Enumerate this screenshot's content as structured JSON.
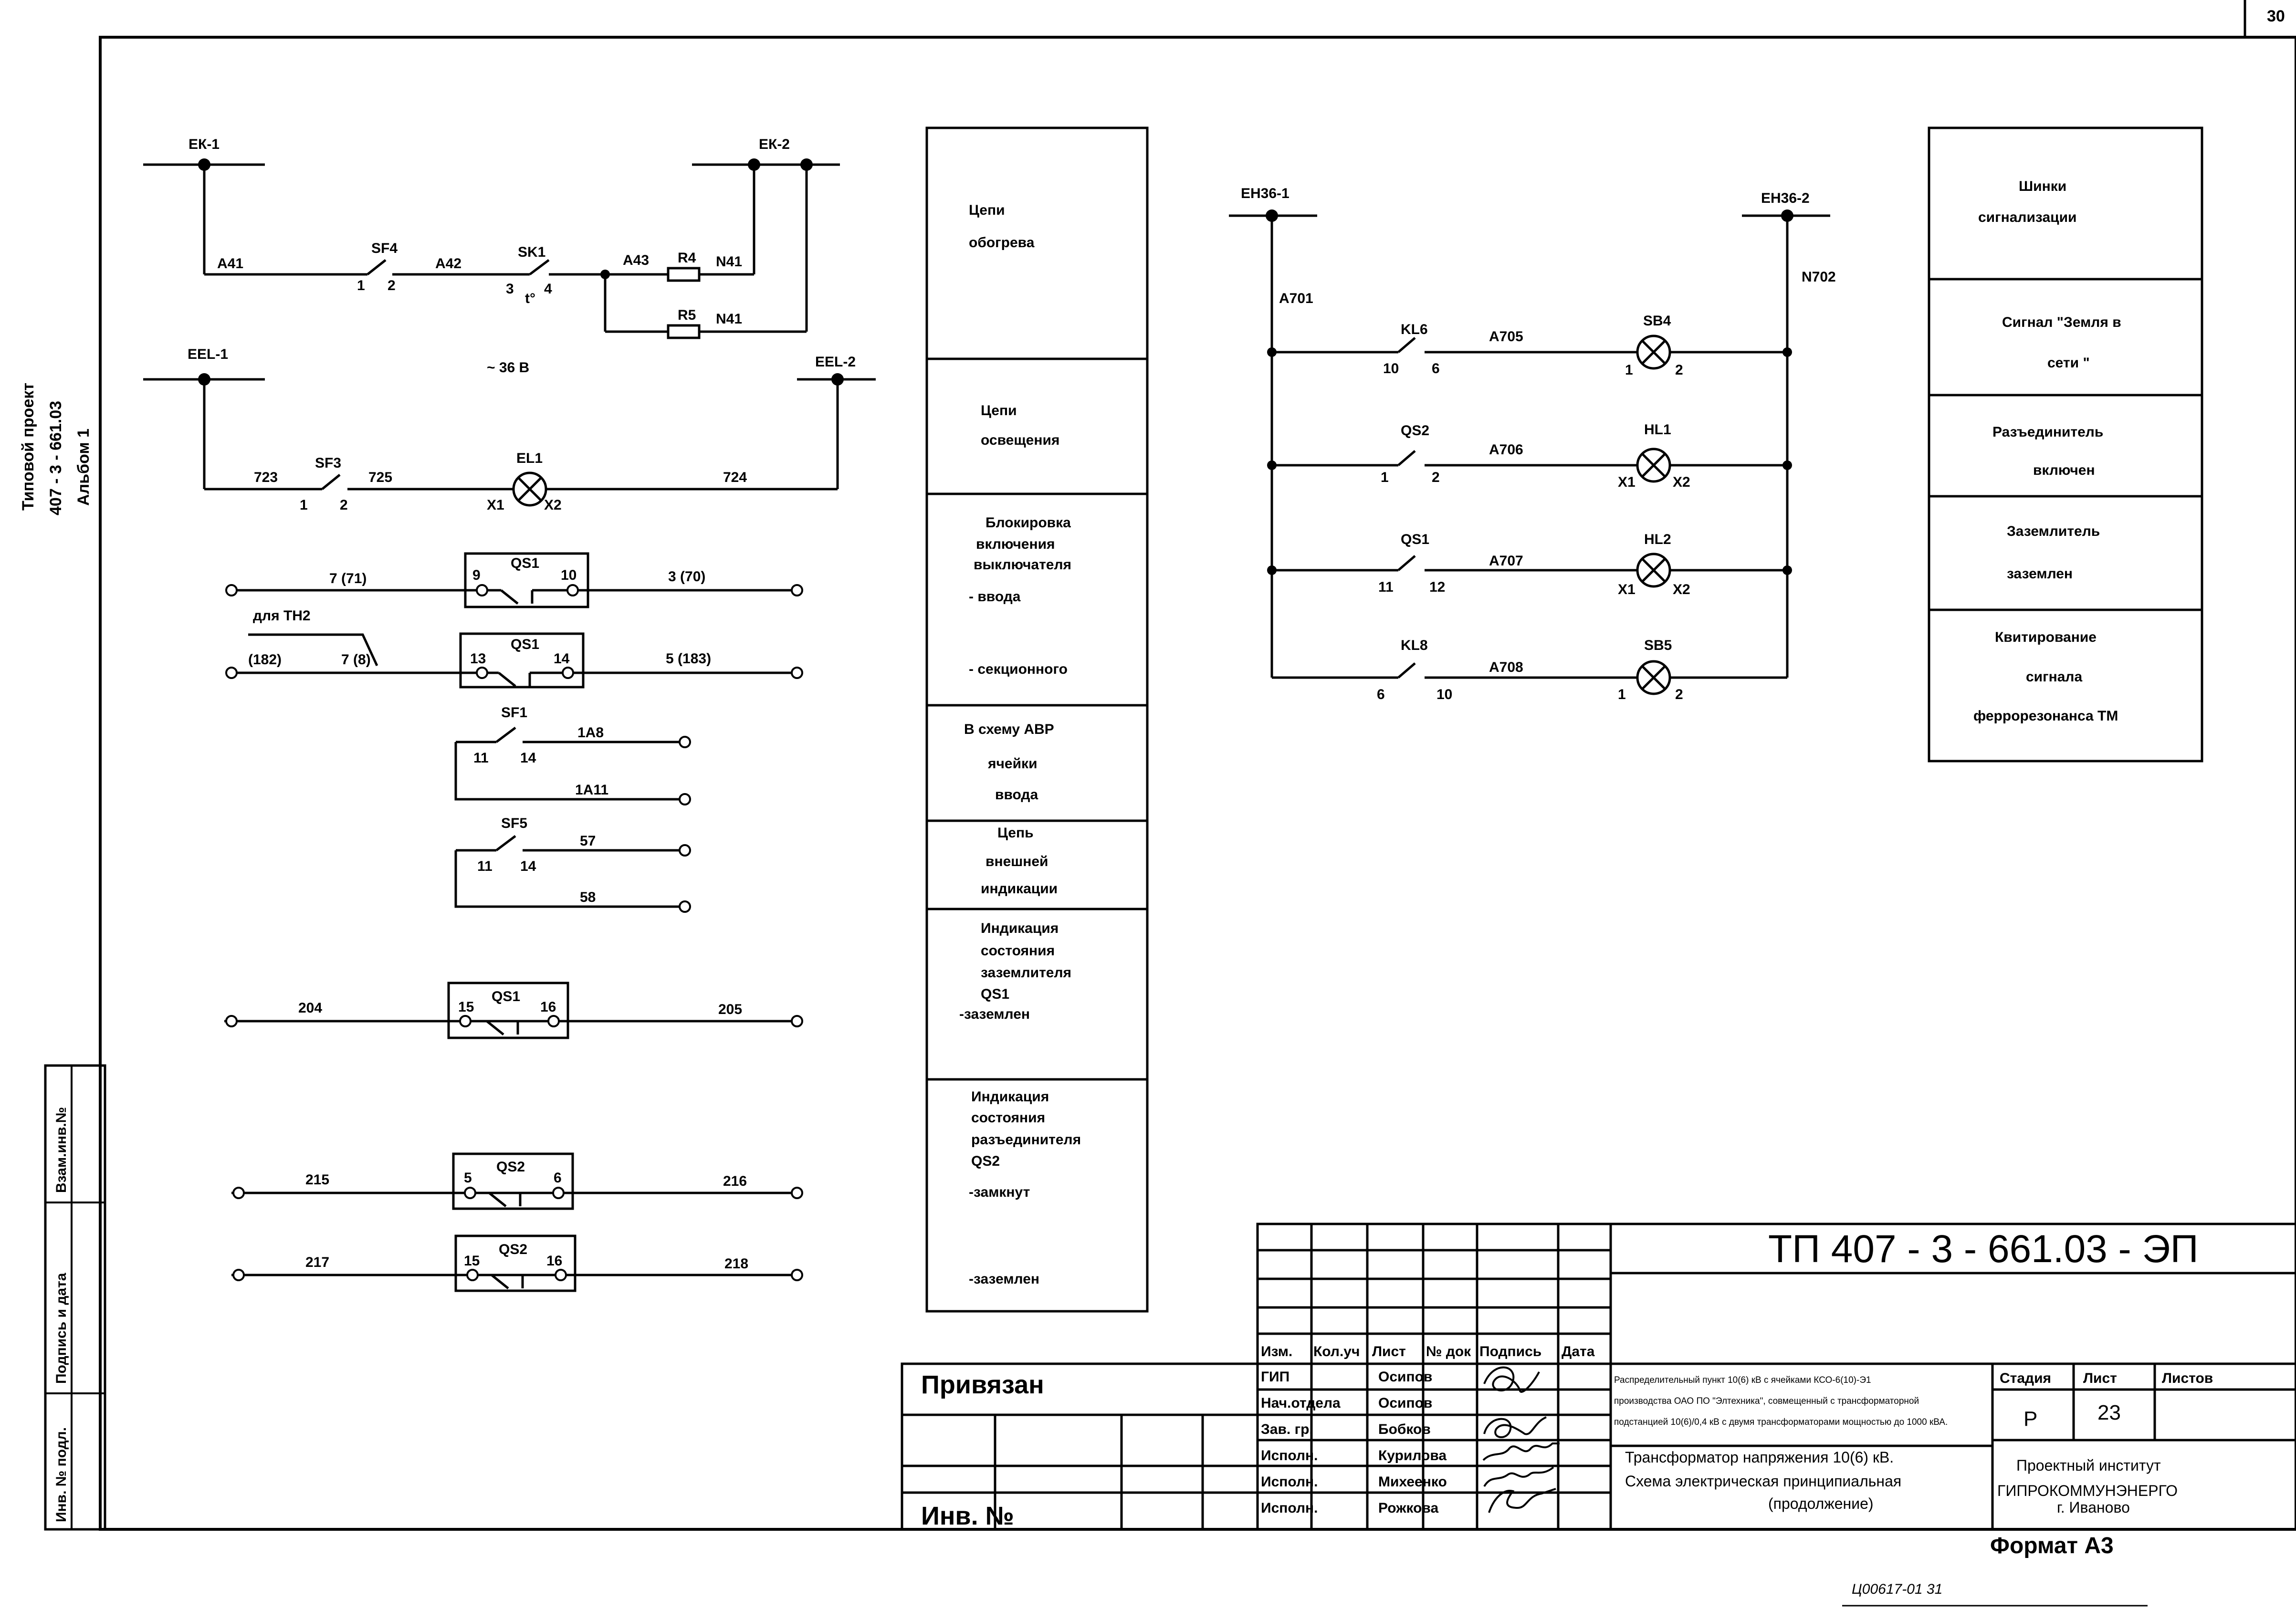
{
  "side": {
    "project_type": "Типовой проект",
    "project_code": "407 - 3 - 661.03",
    "album": "Альбом 1",
    "strip": [
      "Инв. № подл.",
      "Подпись и дата",
      "Взам.инв.№"
    ]
  },
  "sheet_number_top": "30",
  "left_circuits": {
    "ek1": "ЕК-1",
    "ek2": "ЕК-2",
    "a41": "А41",
    "sf4": "SF4",
    "sf4_1": "1",
    "sf4_2": "2",
    "a42": "А42",
    "sk1": "SK1",
    "sk1_3": "3",
    "sk1_t": "t°",
    "sk1_4": "4",
    "a43": "А43",
    "r4": "R4",
    "n41a": "N41",
    "r5": "R5",
    "n41b": "N41",
    "eel1": "EEL-1",
    "voltage": "~ 36 В",
    "eel2": "EEL-2",
    "w723": "723",
    "sf3": "SF3",
    "w725": "725",
    "sf3_1": "1",
    "sf3_2": "2",
    "el1": "EL1",
    "x1": "X1",
    "x2": "X2",
    "w724": "724",
    "r1_left": "7 (71)",
    "qs1": "QS1",
    "r1_t9": "9",
    "r1_t10": "10",
    "r1_right": "3 (70)",
    "for_th2": "для ТН2",
    "r2_left_a": "(182)",
    "r2_left_b": "7 (8)",
    "r2_t13": "13",
    "r2_t14": "14",
    "r2_right": "5 (183)",
    "sf1": "SF1",
    "sf1_11": "11",
    "sf1_14": "14",
    "w1a8": "1А8",
    "w1a11": "1А11",
    "sf5": "SF5",
    "sf5_11": "11",
    "sf5_14": "14",
    "w57": "57",
    "w58": "58",
    "w204": "204",
    "qs1c": "QS1",
    "t15": "15",
    "t16": "16",
    "w205": "205",
    "w215": "215",
    "qs2a": "QS2",
    "t5": "5",
    "t6": "6",
    "w216": "216",
    "w217": "217",
    "qs2b": "QS2",
    "t15b": "15",
    "t16b": "16",
    "w218": "218"
  },
  "mid_table": {
    "heating": [
      "Цепи",
      "обогрева"
    ],
    "lighting": [
      "Цепи",
      "освещения"
    ],
    "blocking": [
      "Блокировка",
      "включения",
      "выключателя",
      "- ввода",
      "- секционного"
    ],
    "avr": [
      "В схему АВР",
      "ячейки",
      "ввода"
    ],
    "external": [
      "Цепь",
      "внешней",
      "индикации"
    ],
    "earth_ind": [
      "Индикация",
      "состояния",
      "заземлителя",
      "QS1",
      "-заземлен"
    ],
    "disc_ind": [
      "Индикация",
      "состояния",
      "разъединителя",
      "QS2",
      "-замкнут",
      "-заземлен"
    ]
  },
  "right_circuits": {
    "eh1": "ЕН36-1",
    "eh2": "ЕН36-2",
    "a701": "А701",
    "n702": "N702",
    "kl6": "KL6",
    "kl6_10": "10",
    "kl6_6": "6",
    "a705": "А705",
    "sb4": "SB4",
    "sb4_1": "1",
    "sb4_2": "2",
    "qs2": "QS2",
    "qs2_1": "1",
    "qs2_2": "2",
    "a706": "А706",
    "hl1": "HL1",
    "hl1_x1": "X1",
    "hl1_x2": "X2",
    "qs1": "QS1",
    "qs1_11": "11",
    "qs1_12": "12",
    "a707": "А707",
    "hl2": "HL2",
    "hl2_x1": "X1",
    "hl2_x2": "X2",
    "kl8": "KL8",
    "kl8_6": "6",
    "kl8_10": "10",
    "a708": "А708",
    "sb5": "SB5",
    "sb5_1": "1",
    "sb5_2": "2"
  },
  "right_table": {
    "buses": [
      "Шинки",
      "сигнализации"
    ],
    "earth": [
      "Сигнал \"Земля в",
      "сети \""
    ],
    "disconnector": [
      "Разъединитель",
      "включен"
    ],
    "grounder": [
      "Заземлитель",
      "заземлен"
    ],
    "ack": [
      "Квитирование",
      "сигнала",
      "феррорезонанса ТМ"
    ]
  },
  "title_block": {
    "doc_code": "ТП 407 - 3 - 661.03 - ЭП",
    "headers": [
      "Изм.",
      "Кол.уч",
      "Лист",
      "№ док",
      "Подпись",
      "Дата"
    ],
    "roles": [
      "ГИП",
      "Нач.отдела",
      "Зав. гр.",
      "Исполн.",
      "Исполн.",
      "Исполн."
    ],
    "names": [
      "Осипов",
      "Осипов",
      "Бобков",
      "Курилова",
      "Михеенко",
      "Рожкова"
    ],
    "signatures": [
      "Осип",
      "Осип",
      "Бобк",
      "Курилова",
      "Михеенко",
      "Рожк"
    ],
    "project_desc": [
      "Распределительный пункт 10(6) кВ с ячейками КСО-6(10)-Э1",
      "производства ОАО ПО \"Элтехника\", совмещенный с трансформаторной",
      "подстанцией 10(6)/0,4 кВ с двумя трансформаторами мощностью до 1000 кВА."
    ],
    "stage_label": "Стадия",
    "sheet_label": "Лист",
    "sheets_label": "Листов",
    "stage": "Р",
    "sheet": "23",
    "drawing_title": [
      "Трансформатор напряжения 10(6) кВ.",
      "Схема электрическая принципиальная",
      "(продолжение)"
    ],
    "org": [
      "Проектный институт",
      "ГИПРОКОММУНЭНЕРГО",
      "г. Иваново"
    ],
    "bound": "Привязан",
    "inv": "Инв. №",
    "format": "Формат А3",
    "handwritten": "Ц00617-01  31"
  }
}
